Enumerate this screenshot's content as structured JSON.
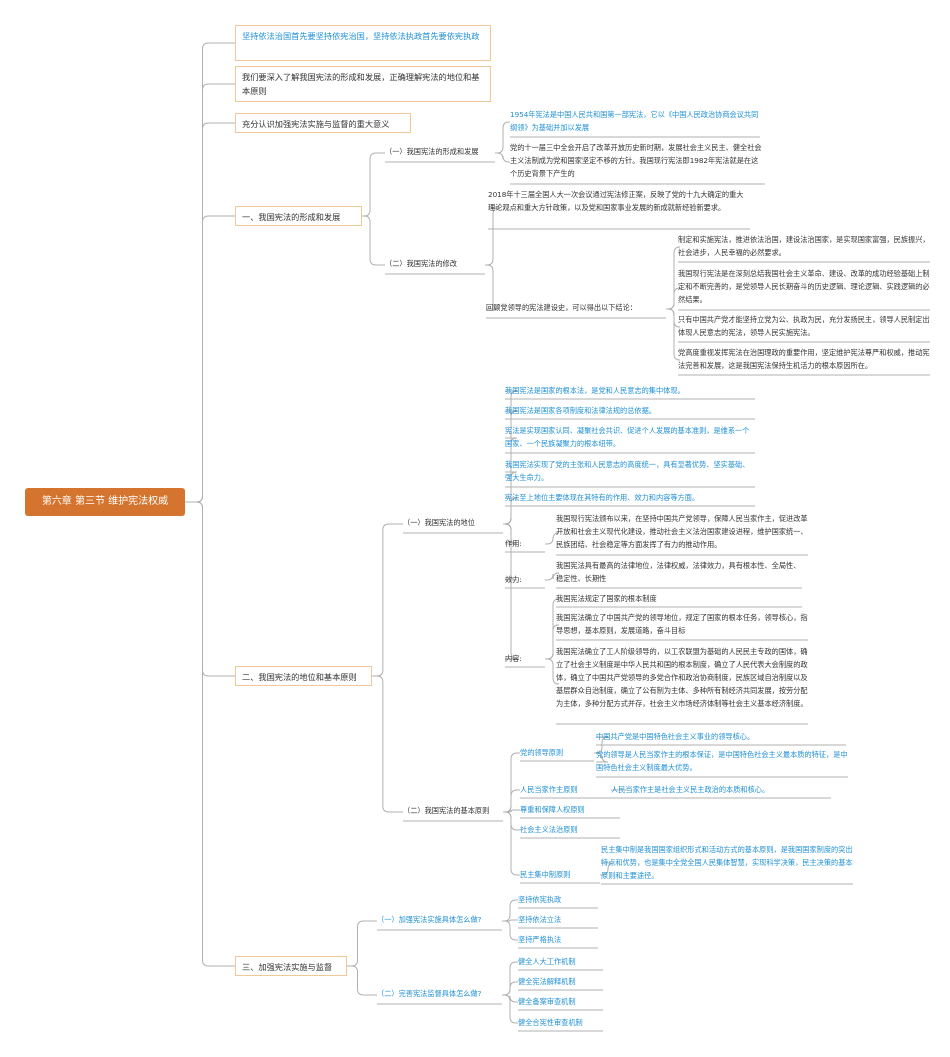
{
  "mindmap": {
    "root": "第六章 第三节 维护宪法权威",
    "top": [
      "坚持依法治国首先要坚持依宪治国，坚持依法执政首先要依宪执政",
      "我们要深入了解我国宪法的形成和发展，正确理解宪法的地位和基本原则",
      "充分认识加强宪法实施与监督的重大意义"
    ],
    "s1": {
      "label": "一、我国宪法的形成和发展",
      "c1": {
        "label": "（一）我国宪法的形成和发展",
        "items": [
          "1954年宪法是中国人民共和国第一部宪法，它以《中国人民政治协商会议共同纲领》为基础并加以发展",
          "党的十一届三中全会开启了改革开放历史新时期，发展社会主义民主、健全社会主义法制成为党和国家坚定不移的方针。我国现行宪法即1982年宪法就是在这个历史背景下产生的"
        ]
      },
      "c2": {
        "label": "（二）我国宪法的修改",
        "text": "2018年十三届全国人大一次会议通过宪法修正案，反映了党的十九大确定的重大理论观点和重大方针政策，以及党和国家事业发展的新成就新经验新要求。",
        "review": "回顾党领导的宪法建设史，可以得出以下结论：",
        "conclusions": [
          "制定和实施宪法，推进依法治国，建设法治国家，是实现国家富强，民族振兴，社会进步，人民幸福的必然要求。",
          "我国现行宪法是在深刻总结我国社会主义革命、建设、改革的成功经验基础上制定和不断完善的，是党领导人民长期奋斗的历史逻辑、理论逻辑、实践逻辑的必然结果。",
          "只有中国共产党才能坚持立党为公、执政为民，充分发扬民主，领导人民制定出体现人民意志的宪法，领导人民实施宪法。",
          "党高度重视发挥宪法在治国理政的重要作用，坚定维护宪法尊严和权威，推动宪法完善和发展，这是我国宪法保持生机活力的根本原因所在。"
        ]
      }
    },
    "s2": {
      "label": "二、我国宪法的地位和基本原则",
      "c1": {
        "label": "（一）我国宪法的地位",
        "items": [
          "我国宪法是国家的根本法，是党和人民意志的集中体现。",
          "我国宪法是国家各项制度和法律法规的总依据。",
          "宪法是实现国家认同、凝聚社会共识、促进个人发展的基本准则，是维系一个国家、一个民族凝聚力的根本纽带。",
          "我国宪法实现了党的主张和人民意志的高度统一，具有显著优势、坚实基础、强大生命力。",
          "宪法至上地位主要体现在其特有的作用、效力和内容等方面。"
        ],
        "role_label": "作用:",
        "role_text": "我国现行宪法颁布以来，在坚持中国共产党领导，保障人民当家作主，促进改革开放和社会主义现代化建设，推动社会主义法治国家建设进程，维护国家统一、民族团结、社会稳定等方面发挥了有力的推动作用。",
        "effect_label": "效力:",
        "effect_text": "我国宪法具有最高的法律地位，法律权威，法律效力，具有根本性、全局性、稳定性、长期性",
        "content_label": "内容:",
        "content": [
          "我国宪法规定了国家的根本制度",
          "我国宪法确立了中国共产党的领导地位，规定了国家的根本任务，领导核心，指导思想，基本原则，发展道路，奋斗目标",
          "我国宪法确立了工人阶级领导的，以工农联盟为基础的人民民主专政的国体，确立了社会主义制度是中华人民共和国的根本制度，确立了人民代表大会制度的政体，确立了中国共产党领导的多党合作和政治协商制度，民族区域自治制度以及基层群众自治制度，确立了公有制为主体、多种所有制经济共同发展，按劳分配为主体，多种分配方式并存，社会主义市场经济体制等社会主义基本经济制度。"
        ]
      },
      "c2": {
        "label": "（二）我国宪法的基本原则",
        "party_label": "党的领导原则",
        "party": [
          "中国共产党是中国特色社会主义事业的领导核心。",
          "党的领导是人民当家作主的根本保证，是中国特色社会主义最本质的特征，是中国特色社会主义制度最大优势。"
        ],
        "people_label": "人民当家作主原则",
        "people_text": "人民当家作主是社会主义民主政治的本质和核心。",
        "rights_label": "尊重和保障人权原则",
        "rule_label": "社会主义法治原则",
        "dc_label": "民主集中制原则",
        "dc_text": "民主集中制是我国国家组织形式和活动方式的基本原则，是我国国家制度的突出特点和优势，也是集中全党全国人民集体智慧，实现科学决策，民主决策的基本原则和主要途径。"
      }
    },
    "s3": {
      "label": "三、加强宪法实施与监督",
      "c1": {
        "label": "（一）加强宪法实施具体怎么做?",
        "items": [
          "坚持依宪执政",
          "坚持依法立法",
          "坚持严格执法"
        ]
      },
      "c2": {
        "label": "（二）完善宪法监督具体怎么做?",
        "items": [
          "健全人大工作机制",
          "健全宪法解释机制",
          "健全备案审查机制",
          "健全合宪性审查机制"
        ]
      }
    },
    "colors": {
      "accent": "#d4742e",
      "box_border": "#f0c89a",
      "link_text": "#1e8fd6",
      "wire": "#b0b0b0",
      "text": "#333333"
    }
  }
}
